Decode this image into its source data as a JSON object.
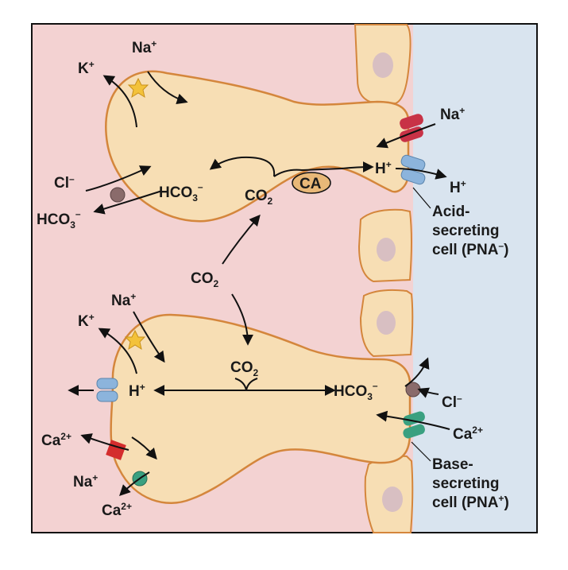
{
  "colors": {
    "interstitial": "#f3d2d2",
    "lumen": "#d9e4ef",
    "cell_fill": "#f7deb4",
    "cell_stroke": "#d4863c",
    "pump": "#f3c23a",
    "exchanger": "#8a6b6b",
    "h_pump": "#8cb4dc",
    "na_channel": "#c83246",
    "ca_pump": "#d42d2d",
    "ca_channel": "#3aa080",
    "ca_ellipse": "#e8b878"
  },
  "top_cell": {
    "na": "Na",
    "na_sup": "+",
    "k": "K",
    "k_sup": "+",
    "cl": "Cl",
    "cl_sup": "–",
    "hco3": "HCO",
    "hco3_sub": "3",
    "hco3_sup": "–",
    "hco3_out": "HCO",
    "hco3_out_sub": "3",
    "hco3_out_sup": "–",
    "co2": "CO",
    "co2_sub": "2",
    "ca_enzyme": "CA",
    "h": "H",
    "h_sup": "+",
    "na_lumen": "Na",
    "na_lumen_sup": "+",
    "h_lumen": "H",
    "h_lumen_sup": "+",
    "cell_label_1": "Acid-",
    "cell_label_2": "secreting",
    "cell_label_3": "cell (PNA",
    "cell_label_3_sup": "–",
    "cell_label_3_end": ")"
  },
  "middle": {
    "co2": "CO",
    "co2_sub": "2"
  },
  "bottom_cell": {
    "na": "Na",
    "na_sup": "+",
    "k": "K",
    "k_sup": "+",
    "h": "H",
    "h_sup": "+",
    "co2": "CO",
    "co2_sub": "2",
    "hco3": "HCO",
    "hco3_sub": "3",
    "hco3_sup": "–",
    "cl": "Cl",
    "cl_sup": "–",
    "ca_lumen": "Ca",
    "ca_lumen_sup": "2+",
    "ca_out": "Ca",
    "ca_out_sup": "2+",
    "na_in": "Na",
    "na_in_sup": "+",
    "ca_in": "Ca",
    "ca_in_sup": "2+",
    "cell_label_1": "Base-",
    "cell_label_2": "secreting",
    "cell_label_3": "cell (PNA",
    "cell_label_3_sup": "+",
    "cell_label_3_end": ")"
  }
}
